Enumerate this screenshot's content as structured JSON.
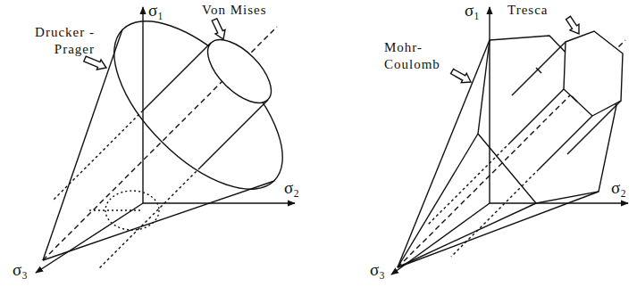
{
  "diagram": {
    "labels": [
      "σ₁",
      "Von Mises",
      "Drucker - Prager",
      "σ₂",
      "σ₃",
      "σ₁",
      "Tresca",
      "Mohr- Coulomb",
      "σ₂",
      "σ₃"
    ]
  }
}
